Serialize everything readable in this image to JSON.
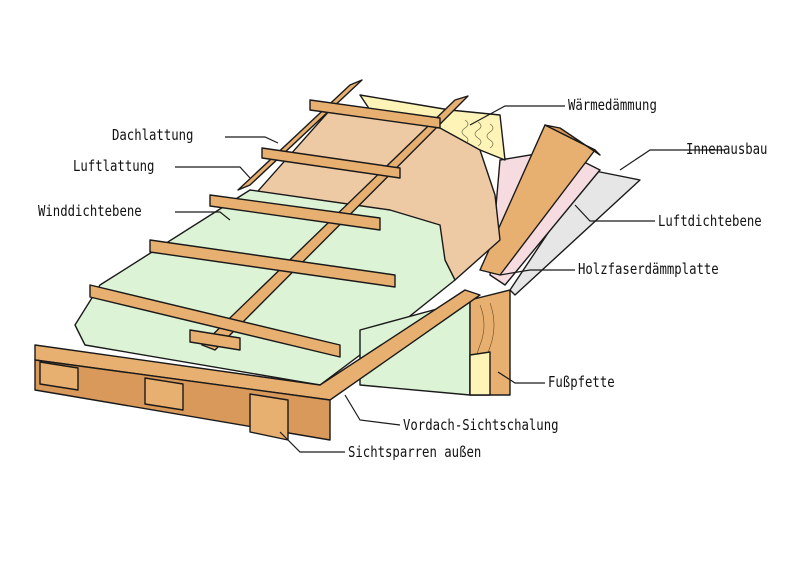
{
  "labels": {
    "waermedaemmung": "Wärmedämmung",
    "dachlattung": "Dachlattung",
    "innenausbau": "Innenausbau",
    "luftlattung": "Luftlattung",
    "winddichtebene": "Winddichtebene",
    "luftdichtebene": "Luftdichtebene",
    "holzfaserdaemmplatte": "Holzfaserdämmplatte",
    "fusspfette": "Fußpfette",
    "vordach_sichtschalung": "Vordach-Sichtschalung",
    "sichtsparren_aussen": "Sichtsparren außen"
  },
  "colors": {
    "wood": "#E8B070",
    "wood_dark": "#D8995A",
    "fibreboard": "#EDC9A4",
    "wind_membrane": "#DDF3D5",
    "insulation": "#F6EBA0",
    "insulation_fill": "#FFF4B8",
    "air_barrier": "#F6DCE0",
    "interior": "#E6E6E6",
    "line": "#1A1A1A"
  }
}
